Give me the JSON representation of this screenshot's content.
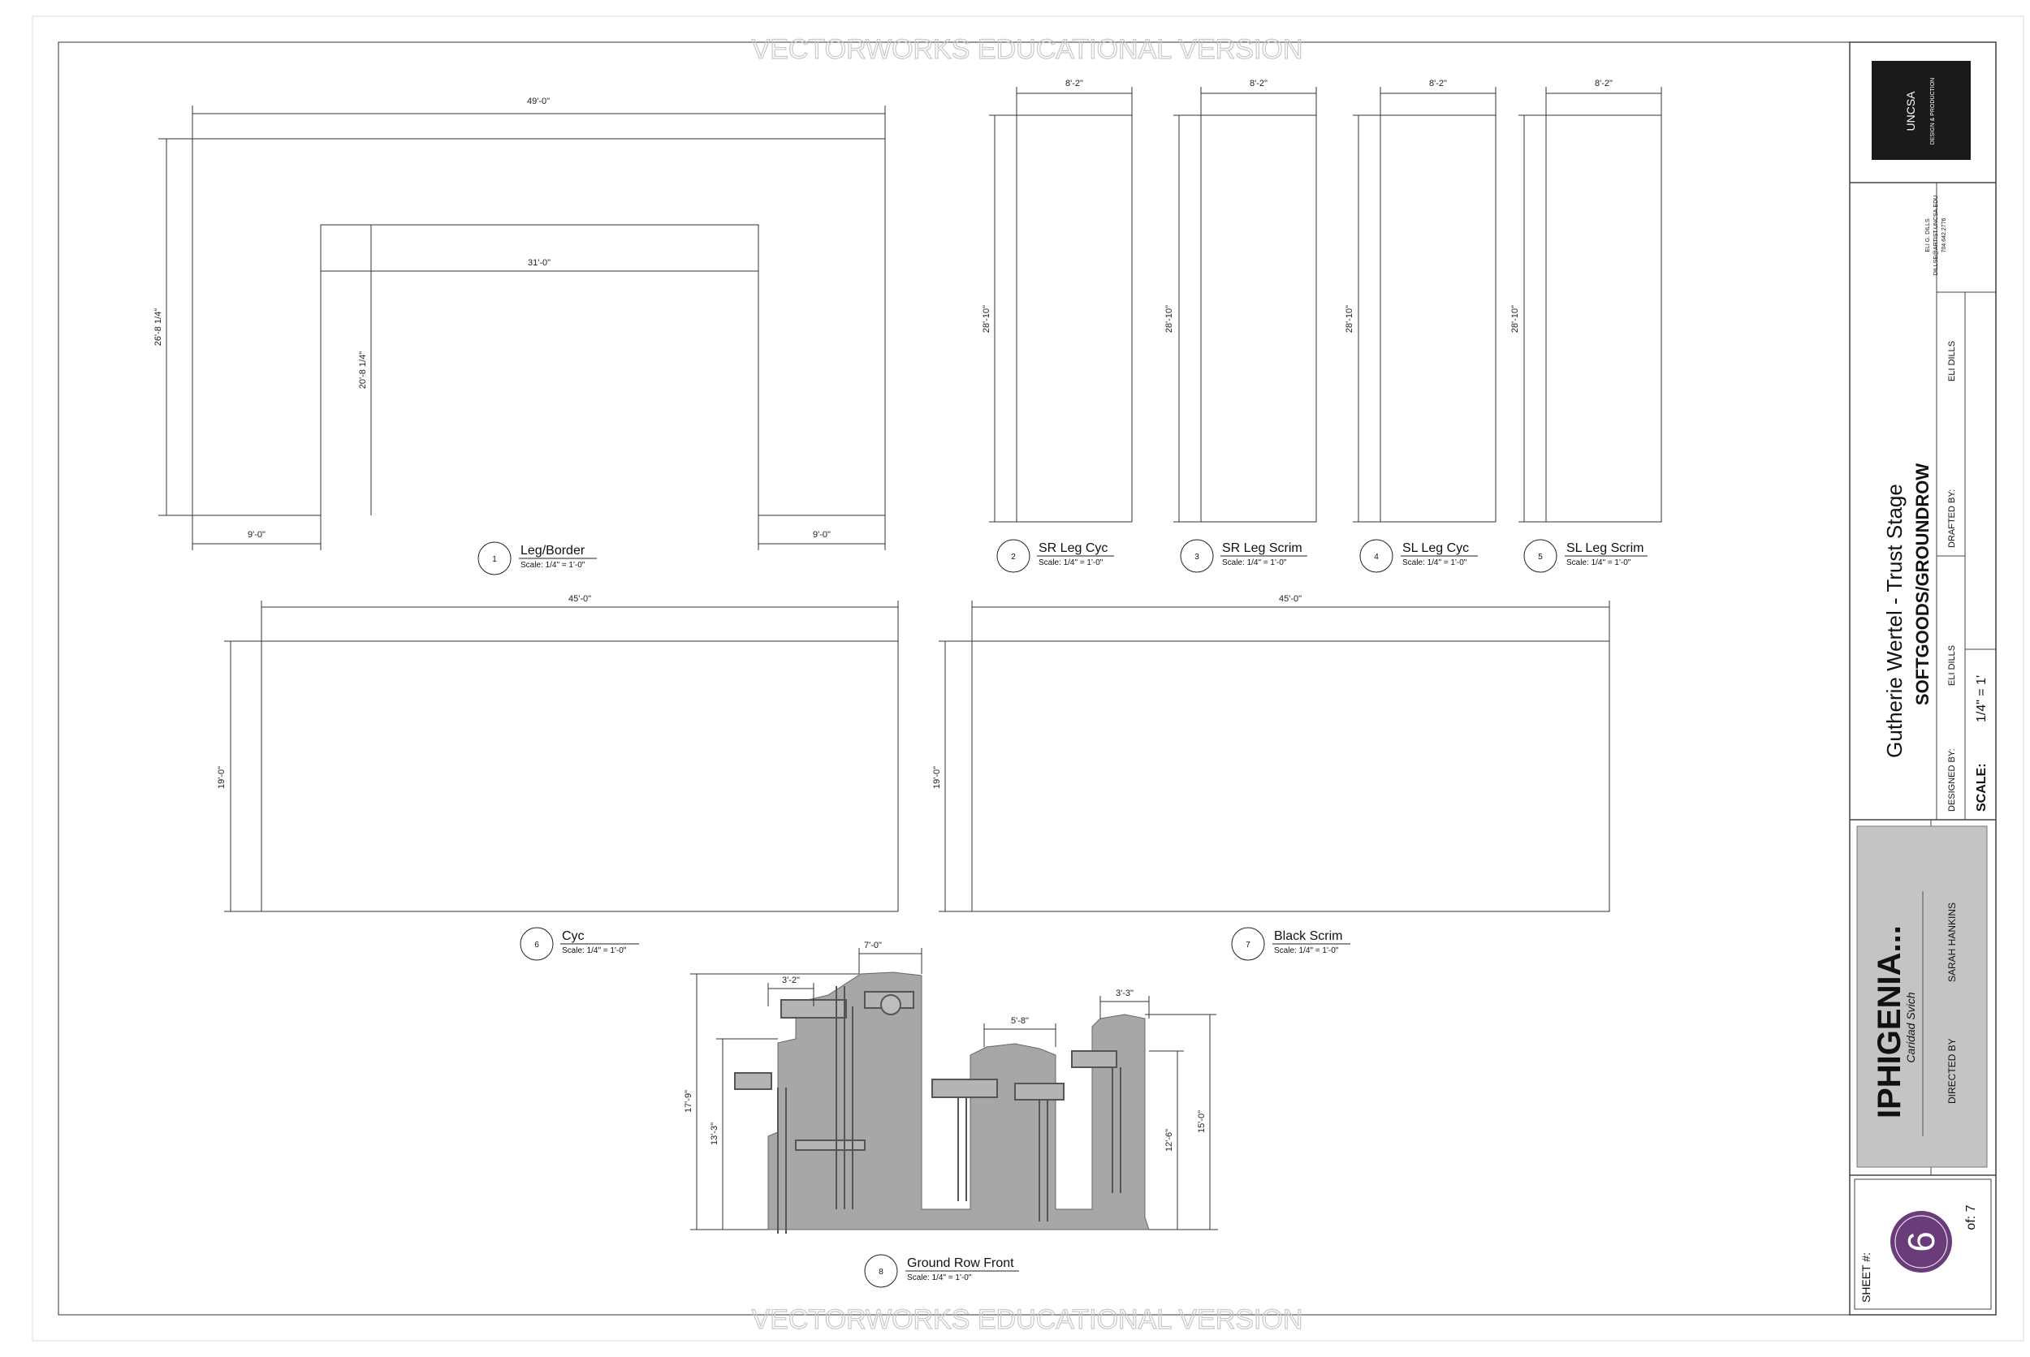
{
  "watermark": "VECTORWORKS EDUCATIONAL VERSION",
  "drawings": [
    {
      "num": "1",
      "title": "Leg/Border",
      "scale": "Scale: 1/4\" = 1'-0\"",
      "dims": {
        "overall_width": "49'-0\"",
        "inner_width": "31'-0\"",
        "overall_height": "26'-8 1/4\"",
        "inner_height": "20'-8 1/4\"",
        "left_leg": "9'-0\"",
        "right_leg": "9'-0\""
      }
    },
    {
      "num": "2",
      "title": "SR Leg Cyc",
      "scale": "Scale: 1/4\" = 1'-0\"",
      "dims": {
        "width": "8'-2\"",
        "height": "28'-10\""
      }
    },
    {
      "num": "3",
      "title": "SR Leg Scrim",
      "scale": "Scale: 1/4\" = 1'-0\"",
      "dims": {
        "width": "8'-2\"",
        "height": "28'-10\""
      }
    },
    {
      "num": "4",
      "title": "SL Leg Cyc",
      "scale": "Scale: 1/4\" = 1'-0\"",
      "dims": {
        "width": "8'-2\"",
        "height": "28'-10\""
      }
    },
    {
      "num": "5",
      "title": "SL Leg Scrim",
      "scale": "Scale: 1/4\" = 1'-0\"",
      "dims": {
        "width": "8'-2\"",
        "height": "28'-10\""
      }
    },
    {
      "num": "6",
      "title": "Cyc",
      "scale": "Scale: 1/4\" = 1'-0\"",
      "dims": {
        "width": "45'-0\"",
        "height": "19'-0\""
      }
    },
    {
      "num": "7",
      "title": "Black Scrim",
      "scale": "Scale: 1/4\" = 1'-0\"",
      "dims": {
        "width": "45'-0\"",
        "height": "19'-0\""
      }
    },
    {
      "num": "8",
      "title": "Ground Row Front",
      "scale": "Scale: 1/4\" = 1'-0\"",
      "dims": {
        "d1": "7'-0\"",
        "d2": "3'-2\"",
        "d3": "5'-8\"",
        "d4": "3'-3\"",
        "h1": "17'-9\"",
        "h2": "13'-3\"",
        "h3": "12'-6\"",
        "h4": "15'-0\""
      }
    }
  ],
  "title_block": {
    "logo_text": "UNCSA",
    "logo_sub": "DESIGN & PRODUCTION",
    "contact": [
      "ELI G. DILLS",
      "DILLSE@ARTIST.UNCSA.EDU",
      "704.642.2776"
    ],
    "venue": "Gutherie Wertel - Trust Stage",
    "sheet_title": "SOFTGOODS/GROUNDROW",
    "designed_by_label": "DESIGNED BY:",
    "designed_by": "ELI DILLS",
    "drafted_by_label": "DRAFTED BY:",
    "drafted_by": "ELI DILLS",
    "scale_label": "SCALE:",
    "scale_value": "1/4\" = 1'",
    "show_title": "IPHIGENIA...",
    "playwright": "Caridad Svich",
    "directed_by_label": "DIRECTED BY",
    "directed_by": "SARAH HANKINS",
    "sheet_label": "SHEET #:",
    "sheet_number": "6",
    "sheet_total": "of: 7"
  },
  "colors": {
    "groundrow_fill": "#a6a6a6",
    "sheet_badge": "#6a3d7a",
    "title_panel": "#c4c4c4",
    "logo_bg": "#1a1a1a"
  }
}
